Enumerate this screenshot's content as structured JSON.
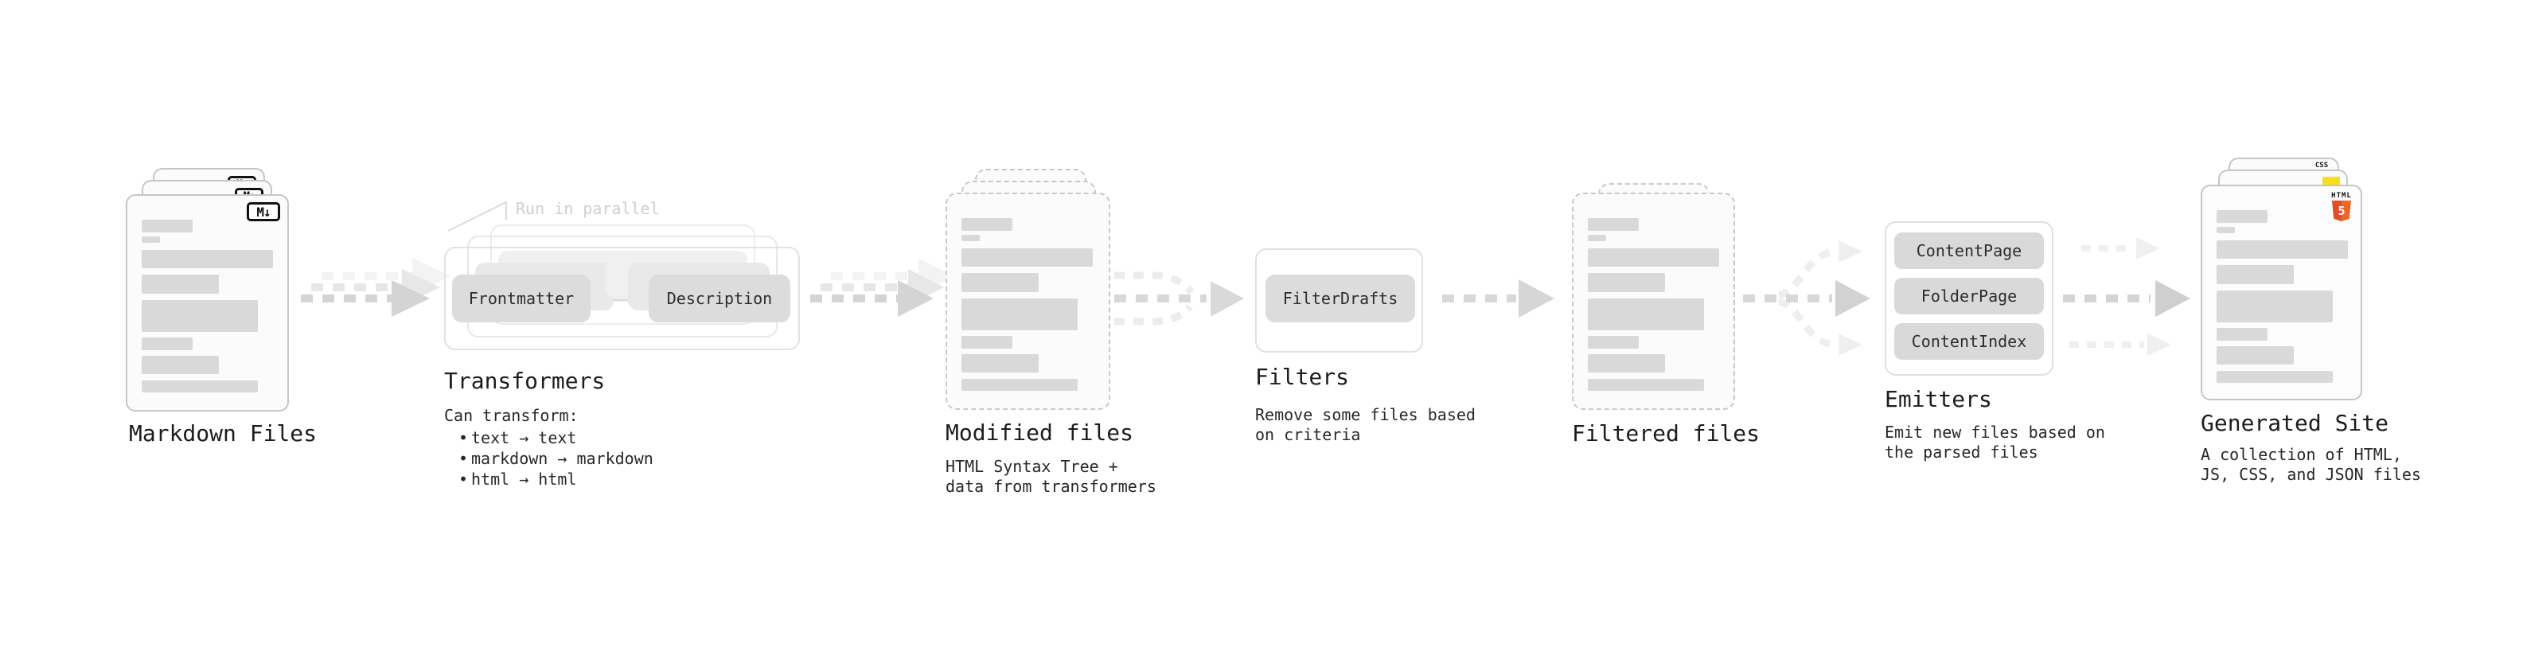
{
  "ui": {
    "bullet_char": "•"
  },
  "colors": {
    "card_border": "#c6c6c6",
    "dashed_border": "#c9c9c9",
    "card_bg": "#fbfbfb",
    "bar_gray": "#d9d9d9",
    "pill_gray": "#dcdcdc",
    "outline_gray": "#e2e2e2",
    "arrow_strong": "#d4d4d4",
    "arrow_faint": "#eeeeee",
    "annotation_gray": "#cfcfcf",
    "markdown_black": "#111111",
    "html5_orange": "#e44d26",
    "js_yellow": "#f7df1e",
    "css_blue": "#2862e9"
  },
  "stages": {
    "markdown": {
      "title": "Markdown Files",
      "icon_label": "M↓"
    },
    "transformers": {
      "title": "Transformers",
      "annotation": "Run in parallel",
      "boxes": [
        "Frontmatter",
        "Description"
      ],
      "subtitle": "Can transform:",
      "bullets": [
        "text → text",
        "markdown → markdown",
        "html → html"
      ]
    },
    "modified": {
      "title": "Modified files",
      "subtitle_lines": [
        "HTML Syntax Tree +",
        "data from transformers"
      ]
    },
    "filters": {
      "title": "Filters",
      "boxes": [
        "FilterDrafts"
      ],
      "subtitle_lines": [
        "Remove some files based",
        "on criteria"
      ]
    },
    "filtered": {
      "title": "Filtered files"
    },
    "emitters": {
      "title": "Emitters",
      "boxes": [
        "ContentPage",
        "FolderPage",
        "ContentIndex"
      ],
      "subtitle_lines": [
        "Emit new files based on",
        "the parsed files"
      ]
    },
    "generated": {
      "title": "Generated Site",
      "subtitle_lines": [
        "A collection of HTML,",
        "JS, CSS, and JSON files"
      ],
      "badges": {
        "css": "CSS",
        "html": "HTML",
        "html_number": "5"
      }
    }
  }
}
